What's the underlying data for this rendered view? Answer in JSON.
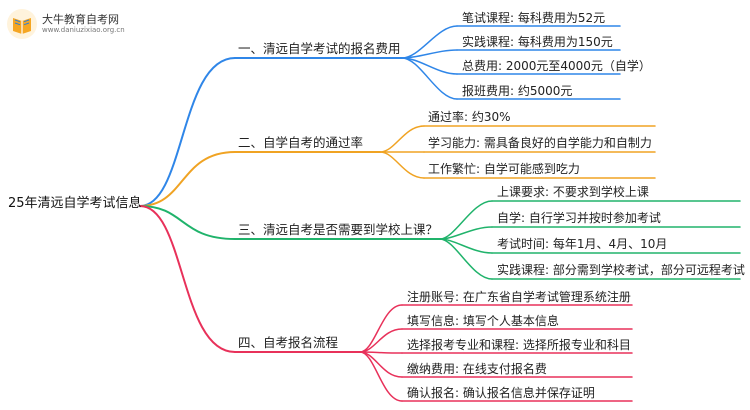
{
  "logo": {
    "name": "大牛教育自考网",
    "url": "www.daniuzixiao.org.cn",
    "colors": {
      "orange": "#f5a623",
      "blue": "#2f7fd6"
    }
  },
  "root": {
    "label": "25年清远自学考试信息"
  },
  "branches": [
    {
      "label": "一、清远自学考试的报名费用",
      "color": "#2f86e8",
      "children": [
        "笔试课程: 每科费用为52元",
        "实践课程: 每科费用为150元",
        "总费用: 2000元至4000元（自学）",
        "报班费用: 约5000元"
      ]
    },
    {
      "label": "二、自学自考的通过率",
      "color": "#f0a323",
      "children": [
        "通过率: 约30%",
        "学习能力: 需具备良好的自学能力和自制力",
        "工作繁忙: 自学可能感到吃力"
      ]
    },
    {
      "label": "三、清远自考是否需要到学校上课？",
      "color": "#20b36b",
      "children": [
        "上课要求: 不要求到学校上课",
        "自学: 自行学习并按时参加考试",
        "考试时间: 每年1月、4月、10月",
        "实践课程: 部分需到学校考试，部分可远程考试"
      ]
    },
    {
      "label": "四、自考报名流程",
      "color": "#e8315a",
      "children": [
        "注册账号: 在广东省自学考试管理系统注册",
        "填写信息: 填写个人基本信息",
        "选择报考专业和课程: 选择所报专业和科目",
        "缴纳费用: 在线支付报名费",
        "确认报名: 确认报名信息并保存证明"
      ]
    }
  ]
}
